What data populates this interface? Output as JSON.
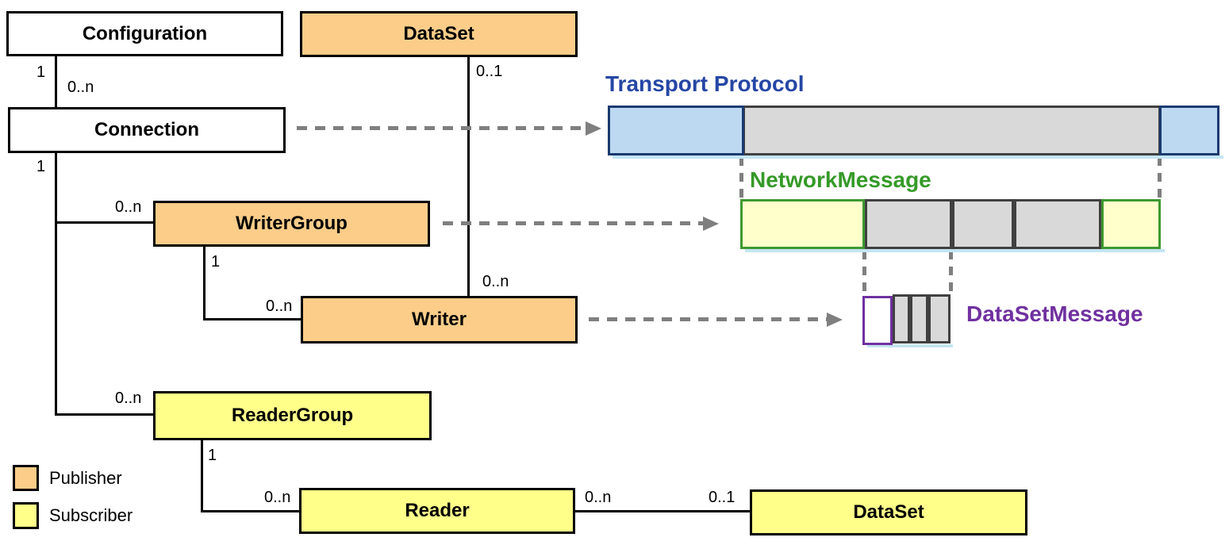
{
  "nodes": [
    {
      "id": "configuration",
      "label": "Configuration",
      "role": "configuration"
    },
    {
      "id": "dataset-publisher",
      "label": "DataSet",
      "role": "publisher"
    },
    {
      "id": "connection",
      "label": "Connection",
      "role": "configuration"
    },
    {
      "id": "writer-group",
      "label": "WriterGroup",
      "role": "publisher"
    },
    {
      "id": "writer",
      "label": "Writer",
      "role": "publisher"
    },
    {
      "id": "reader-group",
      "label": "ReaderGroup",
      "role": "subscriber"
    },
    {
      "id": "reader",
      "label": "Reader",
      "role": "subscriber"
    },
    {
      "id": "dataset-subscriber",
      "label": "DataSet",
      "role": "subscriber"
    }
  ],
  "relations": [
    {
      "from": "Configuration",
      "to": "Connection",
      "from_card": "1",
      "to_card": "0..n"
    },
    {
      "from": "DataSet",
      "to": "Writer",
      "from_card": "0..1",
      "to_card": "0..n"
    },
    {
      "from": "Connection",
      "to": "WriterGroup",
      "from_card": "1",
      "to_card": "0..n"
    },
    {
      "from": "WriterGroup",
      "to": "Writer",
      "from_card": "1",
      "to_card": "0..n"
    },
    {
      "from": "Connection",
      "to": "ReaderGroup",
      "from_card": "1",
      "to_card": "0..n"
    },
    {
      "from": "ReaderGroup",
      "to": "Reader",
      "from_card": "1",
      "to_card": "0..n"
    },
    {
      "from": "Reader",
      "to": "DataSet",
      "from_card": "0..n",
      "to_card": "0..1"
    }
  ],
  "messages": {
    "transport_protocol": "Transport Protocol",
    "network_message": "NetworkMessage",
    "dataset_message": "DataSetMessage"
  },
  "legend": {
    "publisher": "Publisher",
    "subscriber": "Subscriber"
  },
  "colors": {
    "publisher_fill": "#FBCD89",
    "subscriber_fill": "#FFFF8A",
    "transport_header_fill": "#BDD9F2",
    "transport_border": "#1B3A70",
    "transport_title": "#2546A5",
    "network_header_fill": "#FFFFCC",
    "network_border": "#3E9930",
    "network_title": "#359A28",
    "payload_fill": "#D9D9D9",
    "payload_border": "#404040",
    "dataset_message_border": "#7030A0",
    "dashed_arrow": "#7F7F7F",
    "shadow": "#C3E5F3"
  }
}
